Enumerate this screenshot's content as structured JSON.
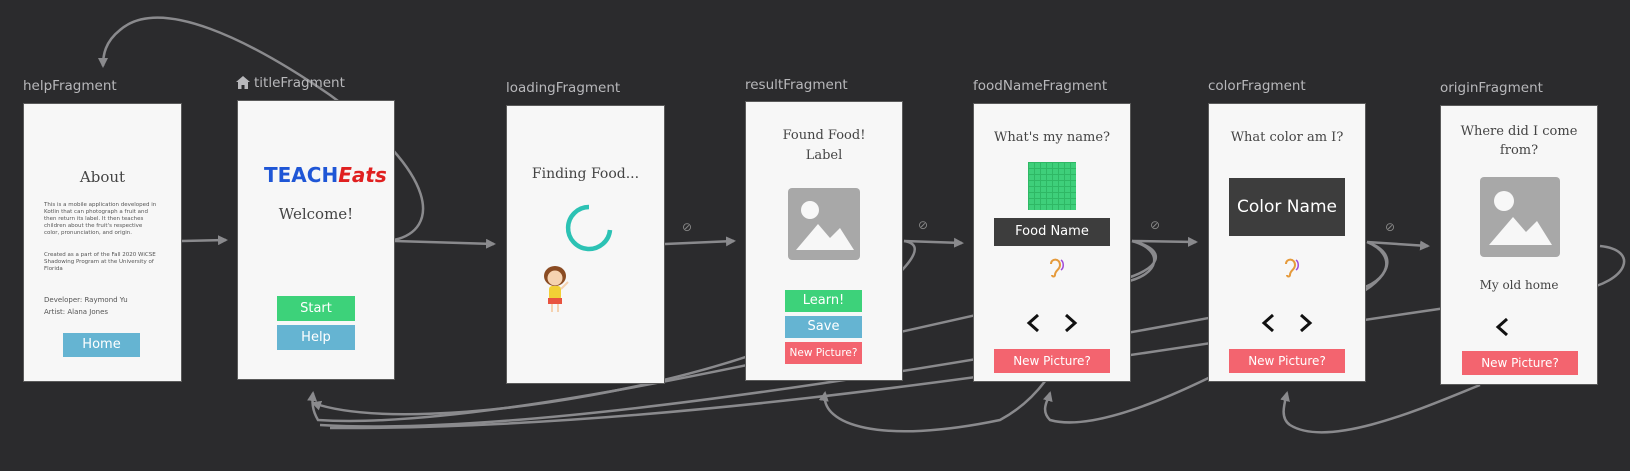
{
  "colors": {
    "canvas_bg": "#2b2b2d",
    "edge": "#8a8a8d",
    "green": "#3dd27a",
    "blue": "#65b4d2",
    "red": "#f3646f",
    "dark": "#3d3d3d"
  },
  "fragments": {
    "help": {
      "title": "helpFragment",
      "heading": "About",
      "para1": "This is a mobile application developed in Kotlin that can photograph a fruit and then return its label. It then teaches children about the fruit's respective color, pronunciation, and origin.",
      "para2": "Created as a part of the Fall 2020 WiCSE Shadowing Program at the University of Florida",
      "dev": "Developer: Raymond Yu",
      "artist": "Artist: Alana Jones",
      "home_button": "Home"
    },
    "title": {
      "title": "titleFragment",
      "logo_teach": "TEACH",
      "logo_eats": "Eats",
      "welcome": "Welcome!",
      "start_button": "Start",
      "help_button": "Help"
    },
    "loading": {
      "title": "loadingFragment",
      "text": "Finding Food..."
    },
    "result": {
      "title": "resultFragment",
      "line1": "Found Food!",
      "line2": "Label",
      "learn_button": "Learn!",
      "save_button": "Save",
      "new_picture_button": "New Picture?"
    },
    "food_name": {
      "title": "foodNameFragment",
      "question": "What's my name?",
      "name_box": "Food Name",
      "new_picture_button": "New Picture?"
    },
    "color": {
      "title": "colorFragment",
      "question": "What color am I?",
      "name_box": "Color Name",
      "new_picture_button": "New Picture?"
    },
    "origin": {
      "title": "originFragment",
      "question": "Where did I come from?",
      "subtitle": "My old home",
      "new_picture_button": "New Picture?"
    }
  }
}
